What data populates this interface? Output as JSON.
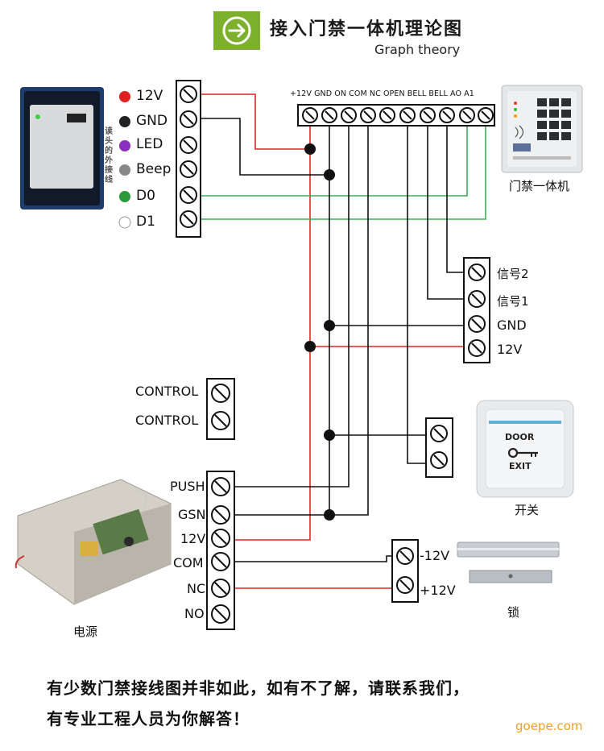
{
  "title": {
    "cn": "接入门禁一体机理论图",
    "en": "Graph theory"
  },
  "reader": {
    "side_label": "读头的外接线",
    "pins": [
      {
        "label": "12V",
        "color": "#e02020"
      },
      {
        "label": "GND",
        "color": "#222222"
      },
      {
        "label": "LED",
        "color": "#8a2fbf"
      },
      {
        "label": "Beep",
        "color": "#888888"
      },
      {
        "label": "D0",
        "color": "#2a9a3a"
      },
      {
        "label": "D1",
        "color": "#ffffff"
      }
    ]
  },
  "controller": {
    "terminal_header": "+12V GND ON COM NC OPEN BELL BELL AO A1",
    "label": "门禁一体机"
  },
  "bell_block": {
    "labels": [
      "信号2",
      "信号1",
      "GND",
      "12V"
    ]
  },
  "control_block": {
    "labels": [
      "CONTROL",
      "CONTROL"
    ]
  },
  "exit_button": {
    "line1": "DOOR",
    "line2": "EXIT",
    "label": "开关"
  },
  "power": {
    "labels": [
      "PUSH",
      "GSN",
      "12V",
      "COM",
      "NC",
      "NO"
    ],
    "name": "电源"
  },
  "lock": {
    "minus": "-12V",
    "plus": "+12V",
    "label": "锁"
  },
  "bottom_text": {
    "line1": "有少数门禁接线图并非如此，如有不了解，请联系我们，",
    "line2": "有专业工程人员为你解答！"
  },
  "watermark": "goepe.com",
  "colors": {
    "red_wire": "#e02424",
    "green_wire": "#3fae5a",
    "black_wire": "#111111",
    "accent": "#7cb02d"
  }
}
